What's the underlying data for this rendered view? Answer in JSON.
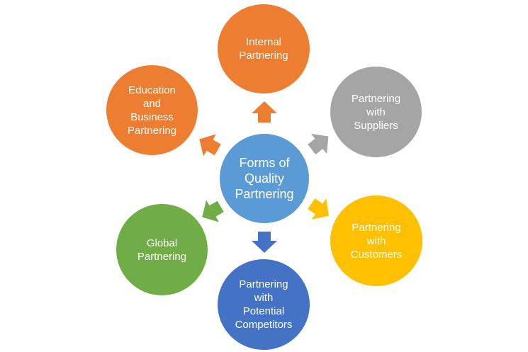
{
  "diagram": {
    "center": {
      "label": "Forms of\nQuality\nPartnering",
      "color": "#5b9bd5"
    },
    "nodes": [
      {
        "label": "Internal\nPartnering",
        "color": "#ed7d31"
      },
      {
        "label": "Partnering\nwith\nSuppliers",
        "color": "#a5a5a5"
      },
      {
        "label": "Partnering\nwith\nCustomers",
        "color": "#ffc000"
      },
      {
        "label": "Partnering\nwith\nPotential\nCompetitors",
        "color": "#4472c4"
      },
      {
        "label": "Global\nPartnering",
        "color": "#70ad47"
      },
      {
        "label": "Education\nand\nBusiness\nPartnering",
        "color": "#ed7d31"
      }
    ]
  }
}
